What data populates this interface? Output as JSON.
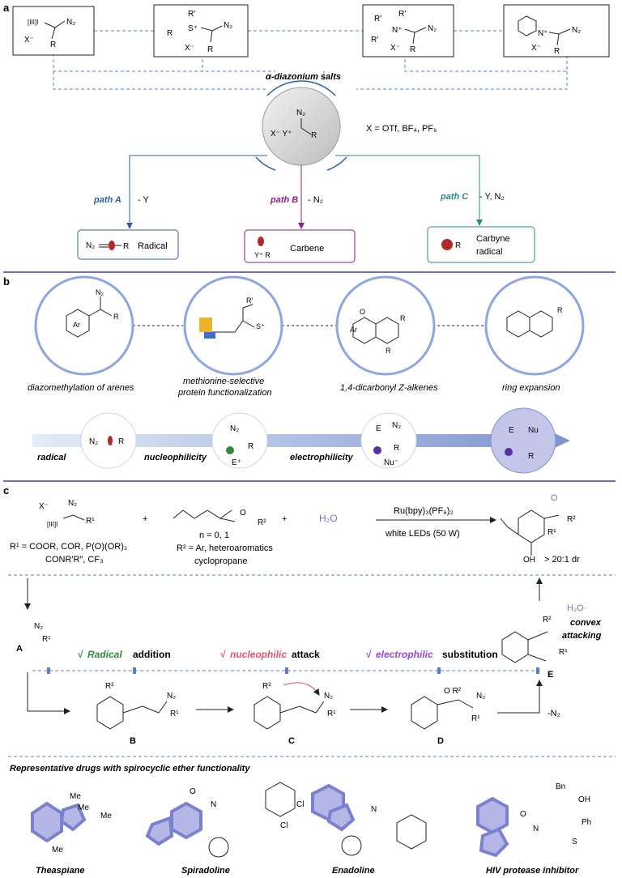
{
  "panel_a": {
    "label": "a",
    "salt_boxes": [
      {
        "anion": "X⁻",
        "atom": "[III]I"
      },
      {
        "anion": "X⁻",
        "atom": "S⁺"
      },
      {
        "anion": "X⁻",
        "atom": "N⁺"
      },
      {
        "anion": "X⁻",
        "atom": "N⁺"
      }
    ],
    "center_title": "α-diazonium salts",
    "center_formula": "X⁻ Y⁺",
    "counterions": "X = OTf, BF₄, PF₆",
    "paths": [
      {
        "name": "path A",
        "loss": "- Y",
        "product": "Radical",
        "color": "#2f5fa8"
      },
      {
        "name": "path B",
        "loss": "- N₂",
        "product": "Carbene",
        "color": "#8a1f8f"
      },
      {
        "name": "path C",
        "loss": "- Y, N₂",
        "product_line1": "Carbyne",
        "product_line2": "radical",
        "color": "#2a8a82"
      }
    ]
  },
  "panel_b": {
    "label": "b",
    "applications": [
      "diazomethylation of arenes",
      "methionine-selective",
      "protein functionalization",
      "1,4-dicarbonyl Z-alkenes",
      "ring expansion"
    ],
    "reactivity": [
      "radical",
      "nucleophilicity",
      "electrophilicity"
    ]
  },
  "panel_c": {
    "label": "c",
    "reagent_note_1": "R¹ = COOR, COR, P(O)(OR)₂",
    "reagent_note_2": "CONR′R″, CF₃",
    "alkene_note_1": "n = 0, 1",
    "alkene_note_2": "R² = Ar, heteroaromatics",
    "alkene_note_3": "cyclopropane",
    "water": "H₂O",
    "catalyst": "Ru(bpy)₃(PF₆)₂",
    "light": "white LEDs (50 W)",
    "dr": "> 20:1 dr",
    "steps": [
      {
        "check": "√",
        "key": "Radical",
        "rest": "addition",
        "color": "#2e8b3a"
      },
      {
        "check": "√",
        "key": "nucleophilic",
        "rest": "attack",
        "color": "#e0566f"
      },
      {
        "check": "√",
        "key": "electrophilic",
        "rest": "substitution",
        "color": "#9b45d8"
      }
    ],
    "convex_1": "convex",
    "convex_2": "attacking",
    "intermediates": [
      "A",
      "B",
      "C",
      "D",
      "E"
    ],
    "minus_n2": "-N₂"
  },
  "drugs": {
    "heading": "Representative drugs with spirocyclic ether functionality",
    "names": [
      "Theaspiane",
      "Spiradoline",
      "Enadoline",
      "HIV protease inhibitor"
    ]
  }
}
